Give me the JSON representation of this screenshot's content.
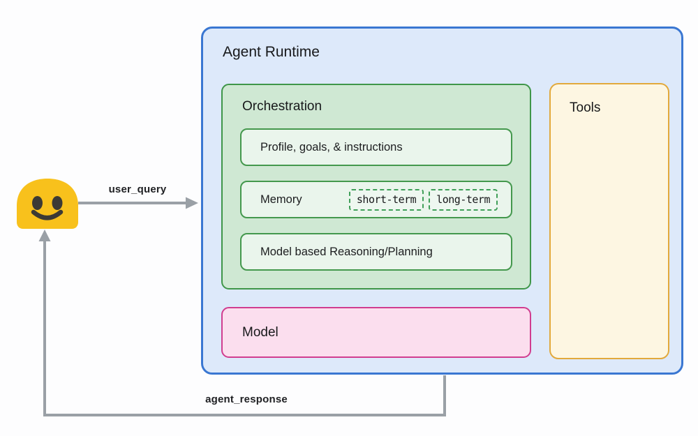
{
  "diagram": {
    "user": {
      "icon": "blob-smiley-emoji"
    },
    "flows": {
      "user_query_label": "user_query",
      "agent_response_label": "agent_response"
    },
    "agent_runtime": {
      "title": "Agent Runtime",
      "orchestration": {
        "title": "Orchestration",
        "rows": [
          {
            "label": "Profile, goals, & instructions"
          },
          {
            "label": "Memory",
            "chips": [
              "short-term",
              "long-term"
            ]
          },
          {
            "label": "Model based Reasoning/Planning"
          }
        ]
      },
      "model": {
        "title": "Model"
      },
      "tools": {
        "title": "Tools"
      }
    },
    "colors": {
      "runtime_border": "#3a77d2",
      "runtime_fill": "#dde9fa",
      "orchestration_border": "#3f9649",
      "orchestration_fill": "#cfe8d3",
      "row_border": "#44984d",
      "row_fill": "#eaf5ec",
      "chip_dash": "#3f9f58",
      "model_border": "#d13d8f",
      "model_fill": "#fbdeee",
      "tools_border": "#e2a93c",
      "tools_fill": "#fdf6e2",
      "arrow": "#9aa0a6",
      "emoji_yellow": "#f8c11c",
      "emoji_features": "#3c3a35",
      "text": "#17181a"
    }
  }
}
